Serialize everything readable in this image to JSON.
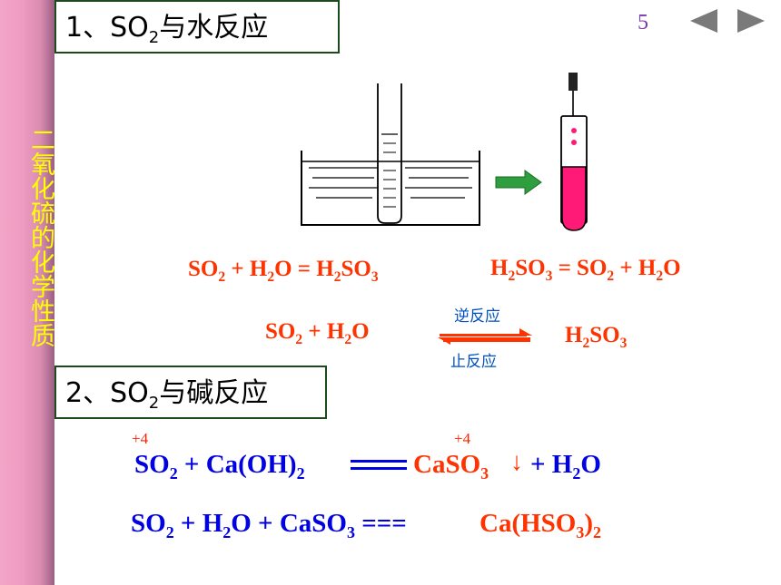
{
  "sidebar": {
    "title": "二氧化硫的化学性质"
  },
  "nav": {
    "page_number": "5"
  },
  "section1": {
    "num": "1、SO",
    "sub": "2",
    "rest": "与水反应"
  },
  "section2": {
    "num": "2、SO",
    "sub": "2",
    "rest": "与碱反应"
  },
  "eq1": {
    "a": "SO",
    "a_sub": "2",
    "b": " + H",
    "b_sub": "2",
    "c": "O = H",
    "c_sub": "2",
    "d": "SO",
    "d_sub": "3"
  },
  "eq2": {
    "a": "H",
    "a_sub": "2",
    "b": "SO",
    "b_sub": "3",
    "c": " = SO",
    "c_sub": "2",
    "d": " + H",
    "d_sub": "2",
    "e": "O"
  },
  "eq3": {
    "a": "SO",
    "a_sub": "2",
    "b": " +  H",
    "b_sub": "2",
    "c": "O",
    "forward": "逆反应",
    "reverse": "止反应",
    "prod": "H",
    "prod_sub": "2",
    "prod2": "SO",
    "prod2_sub": "3"
  },
  "eq4": {
    "ox1": "+4",
    "ox2": "+4",
    "a": "SO",
    "a_sub": "2",
    "b": " + Ca(OH)",
    "b_sub": "2",
    "c": "CaSO",
    "c_sub": "3",
    "d": "↓",
    "e": "+ H",
    "e_sub": "2",
    "f": "O"
  },
  "eq5": {
    "a": "SO",
    "a_sub": "2",
    "b": " + H",
    "b_sub": "2",
    "c": "O + CaSO",
    "c_sub": "3",
    "d": " === ",
    "e": "Ca(HSO",
    "e_sub": "3",
    "f": ")",
    "f_sub": "2"
  },
  "colors": {
    "sidebar": "#ef9cc1",
    "sidebar_text": "#ffff00",
    "solution": "#ff1a78",
    "arrow": "#2e9e3e",
    "red_text": "#ff3300",
    "blue_text": "#0000e0"
  }
}
